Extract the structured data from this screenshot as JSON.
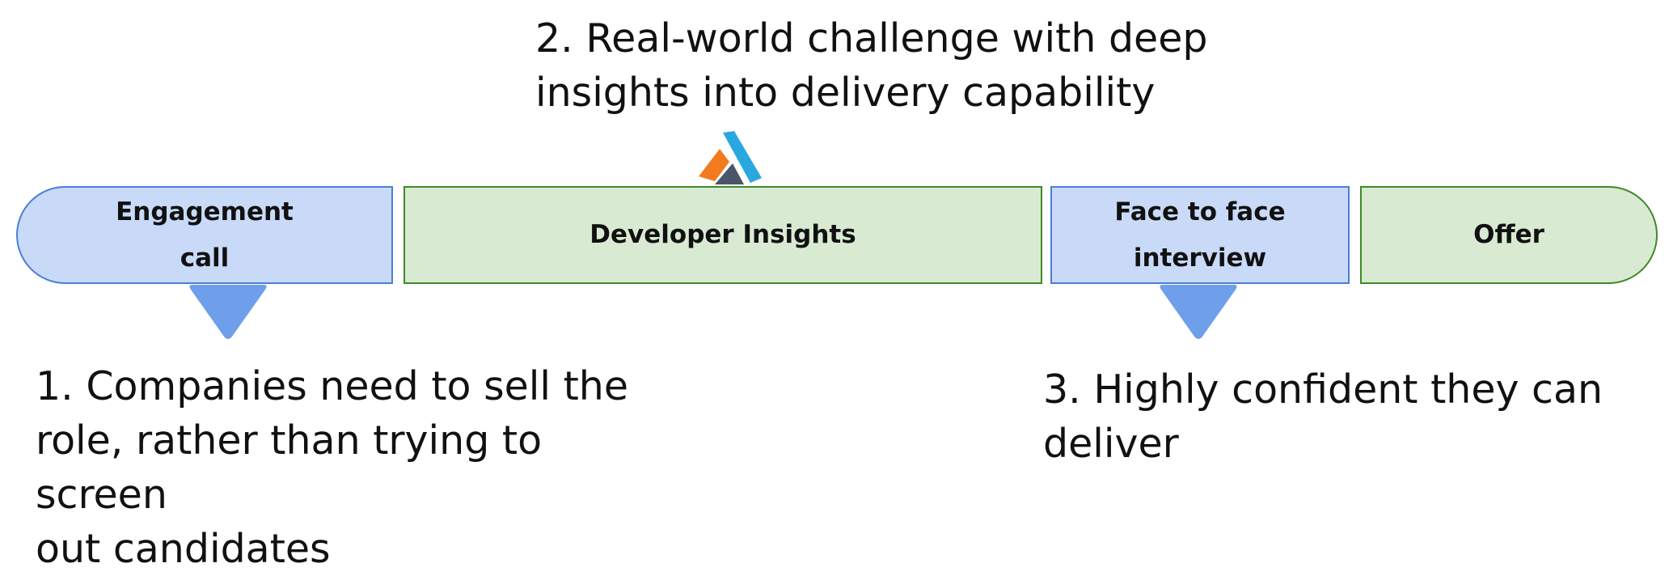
{
  "captions": {
    "step1": "1. Companies need to sell the\nrole, rather than trying to screen\nout candidates",
    "step2": "2. Real-world challenge with deep\ninsights into delivery capability",
    "step3": "3. Highly confident they can\ndeliver"
  },
  "stages": {
    "engagement": "Engagement\ncall",
    "insights": "Developer Insights",
    "face_to_face": "Face to face\ninterview",
    "offer": "Offer"
  },
  "logo": {
    "icon": "developer-insights-logo-icon"
  },
  "colors": {
    "blue_fill": "#c9daf8",
    "blue_border": "#4a7fd6",
    "green_fill": "#d9ead3",
    "green_border": "#3f8a26",
    "pointer": "#6f9feb",
    "logo_orange": "#f47a20",
    "logo_blue": "#29a8e0",
    "logo_slate": "#4a5568"
  }
}
